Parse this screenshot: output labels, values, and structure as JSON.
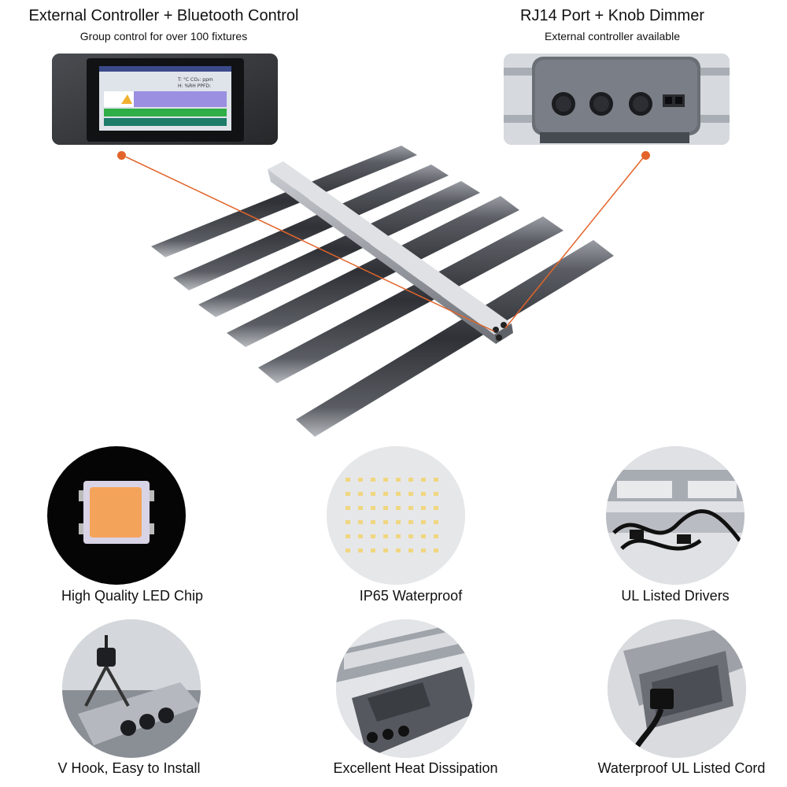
{
  "top_left": {
    "title": "External Controller + Bluetooth Control",
    "subtitle": "Group control for over 100 fixtures"
  },
  "top_right": {
    "title": "RJ14 Port + Knob Dimmer",
    "subtitle": "External controller available"
  },
  "features": [
    {
      "label": "High Quality LED Chip",
      "icon": "led-chip-icon"
    },
    {
      "label": "IP65  Waterproof",
      "icon": "led-board-icon"
    },
    {
      "label": "UL Listed Drivers",
      "icon": "driver-icon"
    },
    {
      "label": "V Hook, Easy to Install",
      "icon": "v-hook-icon"
    },
    {
      "label": "Excellent Heat Dissipation",
      "icon": "heat-sink-icon"
    },
    {
      "label": "Waterproof UL Listed Cord",
      "icon": "power-cord-icon"
    }
  ],
  "colors": {
    "accent_line": "#e2642a",
    "led_chip": "#f4a45a",
    "bar_dark": "#3c3e43",
    "bar_frame": "#8d9097"
  }
}
